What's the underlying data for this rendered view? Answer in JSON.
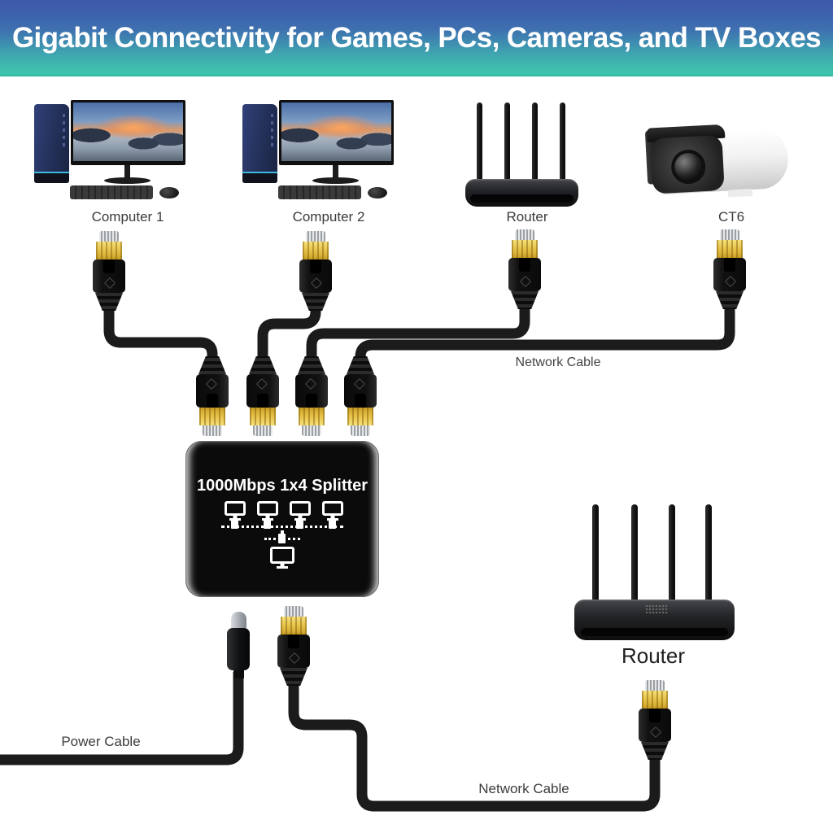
{
  "banner": {
    "title": "Gigabit Connectivity for Games, PCs, Cameras, and TV Boxes",
    "bg_top": "#3c57a9",
    "bg_bottom": "#3fc4ac",
    "text_color": "#ffffff"
  },
  "devices": {
    "computer1": {
      "label": "Computer 1"
    },
    "computer2": {
      "label": "Computer 2"
    },
    "router_top": {
      "label": "Router"
    },
    "camera": {
      "label": "CT6"
    },
    "router_bottom": {
      "label": "Router"
    }
  },
  "splitter": {
    "title": "1000Mbps 1x4 Splitter"
  },
  "cable_labels": {
    "network_top": "Network Cable",
    "power": "Power Cable",
    "network_bottom": "Network Cable"
  },
  "colors": {
    "cable": "#1b1b1b",
    "gold": "#d9ac2e",
    "silver": "#c9ccd1",
    "splitter_body": "#0b0b0b",
    "label_text": "#3c3c3c"
  }
}
